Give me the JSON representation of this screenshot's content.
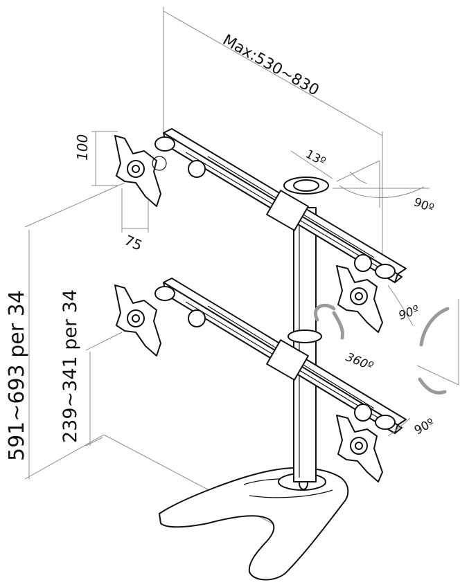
{
  "dimensions": {
    "max_width": "Max:530~830",
    "tilt_angle": "13º",
    "swivel_top": "90º",
    "plate_height": "100",
    "plate_width": "75",
    "total_height": "591~693 per 34",
    "lower_height": "239~341 per 34",
    "swivel_mid": "90º",
    "rotation": "360º",
    "swivel_bottom": "90º"
  },
  "icons": [
    "rotation-arrow-icon",
    "tilt-arrow-icon",
    "swivel-arrow-icon"
  ]
}
